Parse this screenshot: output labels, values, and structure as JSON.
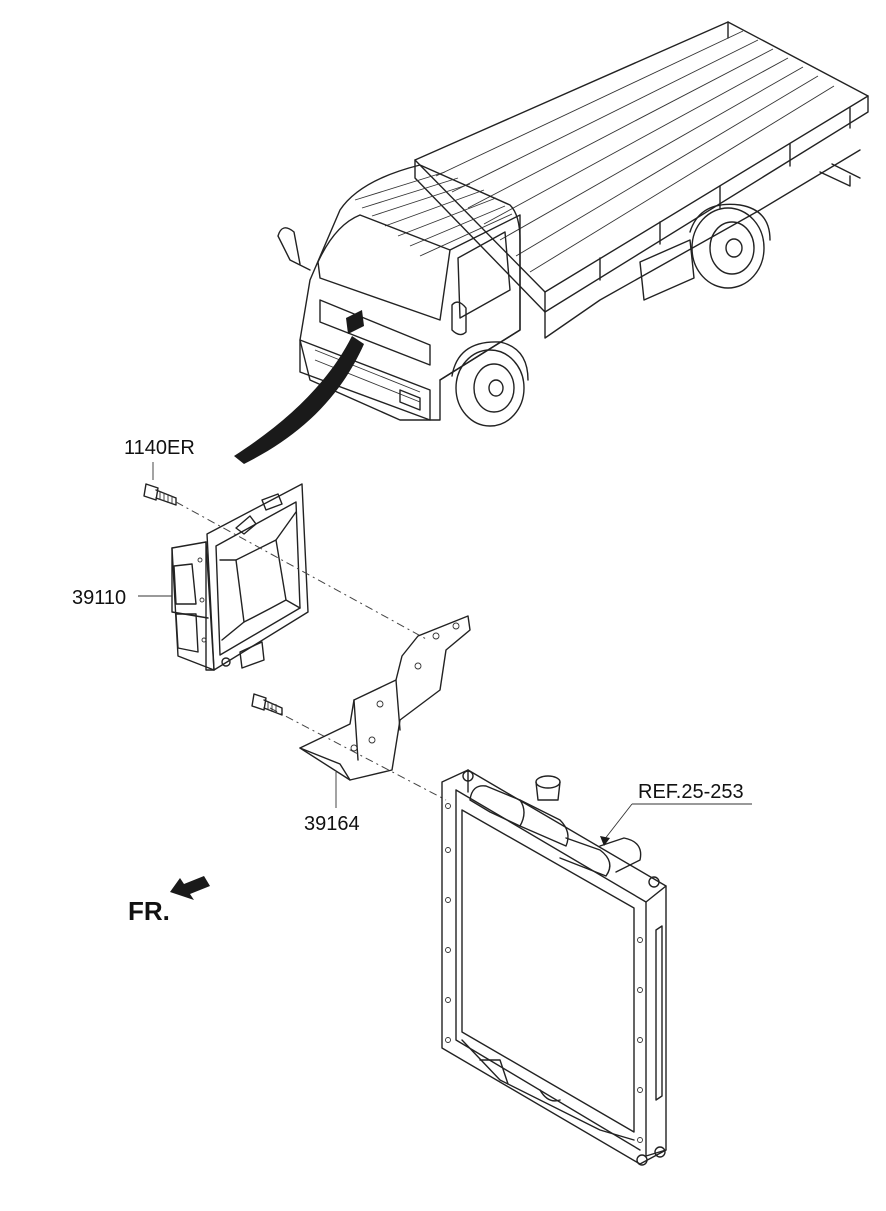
{
  "labels": {
    "bolt_top": "1140ER",
    "ecu": "39110",
    "bracket": "39164",
    "radiator_ref": "REF.25-253",
    "front": "FR."
  },
  "icons": {
    "truck": "truck-illustration",
    "ecu": "ecu-module-illustration",
    "bracket": "mounting-bracket-illustration",
    "radiator": "radiator-illustration",
    "front_arrow": "front-direction-arrow"
  }
}
